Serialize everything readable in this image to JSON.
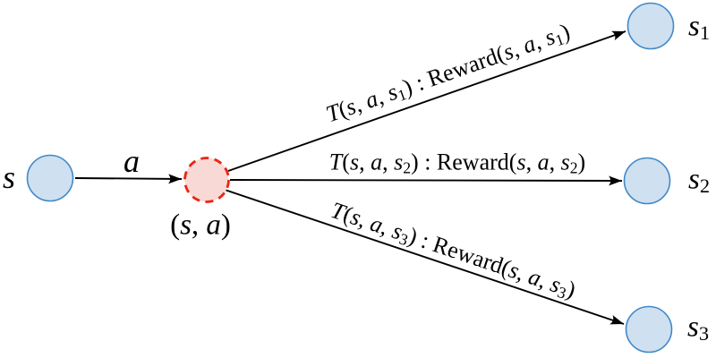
{
  "colors": {
    "background": "#ffffff",
    "text": "#000000",
    "edge": "#000000",
    "state_fill": "#cfe0f1",
    "state_stroke": "#4189c7",
    "chance_fill": "#f9d9d5",
    "chance_stroke": "#ea2617"
  },
  "nodes": {
    "s": {
      "kind": "state",
      "label_parts": [
        {
          "t": "s",
          "i": true
        }
      ]
    },
    "sa": {
      "kind": "chance",
      "label_parts": [
        {
          "t": "("
        },
        {
          "t": "s",
          "i": true
        },
        {
          "t": ", "
        },
        {
          "t": "a",
          "i": true
        },
        {
          "t": ")"
        }
      ]
    },
    "s1": {
      "kind": "state",
      "label_parts": [
        {
          "t": "s",
          "i": true
        },
        {
          "t": "1",
          "sub": true
        }
      ]
    },
    "s2": {
      "kind": "state",
      "label_parts": [
        {
          "t": "s",
          "i": true
        },
        {
          "t": "2",
          "sub": true
        }
      ]
    },
    "s3": {
      "kind": "state",
      "label_parts": [
        {
          "t": "s",
          "i": true
        },
        {
          "t": "3",
          "sub": true
        }
      ]
    }
  },
  "edges": {
    "action": {
      "from": "s",
      "to": "sa",
      "label_parts": [
        {
          "t": "a",
          "i": true
        }
      ]
    },
    "t1": {
      "from": "sa",
      "to": "s1",
      "label_parts": [
        {
          "t": "T",
          "i": true
        },
        {
          "t": "("
        },
        {
          "t": "s",
          "i": true
        },
        {
          "t": ", "
        },
        {
          "t": "a",
          "i": true
        },
        {
          "t": ", "
        },
        {
          "t": "s",
          "i": true
        },
        {
          "t": "1",
          "sub": true
        },
        {
          "t": ") : Reward("
        },
        {
          "t": "s",
          "i": true
        },
        {
          "t": ", "
        },
        {
          "t": "a",
          "i": true
        },
        {
          "t": ", "
        },
        {
          "t": "s",
          "i": true
        },
        {
          "t": "1",
          "sub": true
        },
        {
          "t": ")"
        }
      ]
    },
    "t2": {
      "from": "sa",
      "to": "s2",
      "label_parts": [
        {
          "t": "T",
          "i": true
        },
        {
          "t": "("
        },
        {
          "t": "s",
          "i": true
        },
        {
          "t": ", "
        },
        {
          "t": "a",
          "i": true
        },
        {
          "t": ", "
        },
        {
          "t": "s",
          "i": true
        },
        {
          "t": "2",
          "sub": true
        },
        {
          "t": ") : Reward("
        },
        {
          "t": "s",
          "i": true
        },
        {
          "t": ", "
        },
        {
          "t": "a",
          "i": true
        },
        {
          "t": ", "
        },
        {
          "t": "s",
          "i": true
        },
        {
          "t": "2",
          "sub": true
        },
        {
          "t": ")"
        }
      ]
    },
    "t3": {
      "from": "sa",
      "to": "s3",
      "label_parts": [
        {
          "t": "T",
          "i": true
        },
        {
          "t": "("
        },
        {
          "t": "s",
          "i": true
        },
        {
          "t": ", "
        },
        {
          "t": "a",
          "i": true
        },
        {
          "t": ", "
        },
        {
          "t": "s",
          "i": true
        },
        {
          "t": "3",
          "sub": true
        },
        {
          "t": ") : Reward("
        },
        {
          "t": "s",
          "i": true
        },
        {
          "t": ", "
        },
        {
          "t": "a",
          "i": true
        },
        {
          "t": ", "
        },
        {
          "t": "s",
          "i": true
        },
        {
          "t": "3",
          "sub": true
        },
        {
          "t": ")"
        }
      ]
    }
  }
}
